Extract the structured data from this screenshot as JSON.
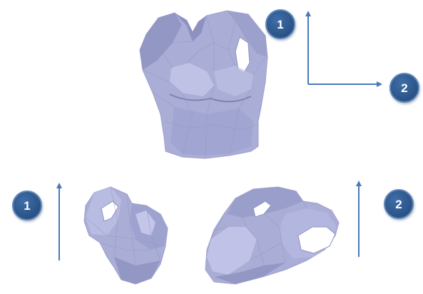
{
  "colors": {
    "mesh_fill": "#aaaed6",
    "mesh_shade": "#8d91c0",
    "mesh_highlight": "#c8cbe9",
    "mesh_edge": "#9da1cd",
    "arrow": "#4a79b6",
    "badge": "#2f5b92",
    "badge_ring": "#5f86b8",
    "badge_text": "#ffffff"
  },
  "badges": {
    "top_axis_1": "1",
    "top_axis_2": "2",
    "left_view": "1",
    "right_view": "2"
  },
  "icons": {
    "top_mesh": "torso-mesh-icon",
    "left_mesh": "torso-side-view-mesh-icon",
    "right_mesh": "torso-tilted-view-mesh-icon"
  }
}
